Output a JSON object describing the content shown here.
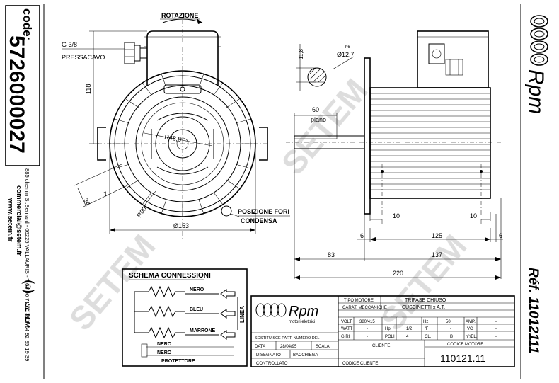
{
  "left_panel": {
    "code_label": "code:",
    "code_value": "5726000027",
    "address": "885 chemin St.Bernard - 06225 VALLAURIS - T 08 90 71 00 39 F 04 92 95 19 39",
    "email": "commercial@setem.fr",
    "website": "www.setem.fr",
    "company": "SETEM"
  },
  "right_panel": {
    "brand": "Rpm",
    "ref_label": "Réf. 11012111"
  },
  "front_view": {
    "rotation_label": "ROTAZIONE",
    "gland_size": "G 3/8",
    "gland_label": "PRESSACAVO",
    "dim_height": "118",
    "dim_radius": "R48,5",
    "dim_r60": "R60",
    "dim_34": "34",
    "dim_7": "7",
    "dim_diameter": "Ø153",
    "drain_label_1": "POSIZIONE FORI",
    "drain_label_2": "CONDENSA"
  },
  "side_view": {
    "key_height": "11,8",
    "shaft_diameter": "Ø12,7",
    "shaft_tolerance": "h6",
    "flat_length": "60",
    "flat_label": "piano",
    "dim_10_left": "10",
    "dim_10_right": "10",
    "dim_6_left": "6",
    "dim_125": "125",
    "dim_6_right": "6",
    "dim_83": "83",
    "dim_137": "137",
    "dim_220": "220"
  },
  "schema": {
    "title": "SCHEMA CONNESSIONI",
    "wires": [
      "NERO",
      "BLEU",
      "MARRONE"
    ],
    "linea_label": "LINEA",
    "lower_wires": [
      "NERO",
      "NERO"
    ],
    "protector_label": "PROTETTORE"
  },
  "title_block": {
    "brand": "Rpm",
    "brand_sub": "motori elettrici",
    "row1_label": "TIPO MOTORE",
    "row1_value": "TRIFASE CHIUSO",
    "row2_label": "CARAT. MECCANICHE",
    "row2_value": "CUSCINETTI x A.T.",
    "volt_label": "VOLT",
    "volt_value": "380/415",
    "hz_label": "Hz",
    "hz_value": "50",
    "amp_label": "AMP.",
    "amp_value": "-",
    "watt_label": "WATT",
    "watt_value": "-",
    "hp_label": "Hp",
    "hp_value": "1/2",
    "f_label": "/F",
    "f_value": "-",
    "vc_label": "VC",
    "vc_value": "-",
    "giri_label": "GIRI",
    "giri_value": "-",
    "poli_label": "POLI",
    "poli_value": "4",
    "cl_label": "CL.",
    "cl_value": "B",
    "ip_label": "n°/EL.",
    "ip_value": "-",
    "subst_label": "SOSTITUISCE PART. NUMERO DEL",
    "data_label": "DATA",
    "data_value": "28/04/95",
    "scala_label": "SCALA",
    "disegnato_label": "DISEGNATO",
    "disegnato_value": "BACCHIEGA",
    "controllato_label": "CONTROLLATO",
    "cliente_label": "CLIENTE",
    "codice_motore_label": "CODICE MOTORE",
    "codice_cliente_label": "CODICE CLIENTE",
    "codice_motore_value": "110121.11"
  },
  "watermark": "SETEM"
}
